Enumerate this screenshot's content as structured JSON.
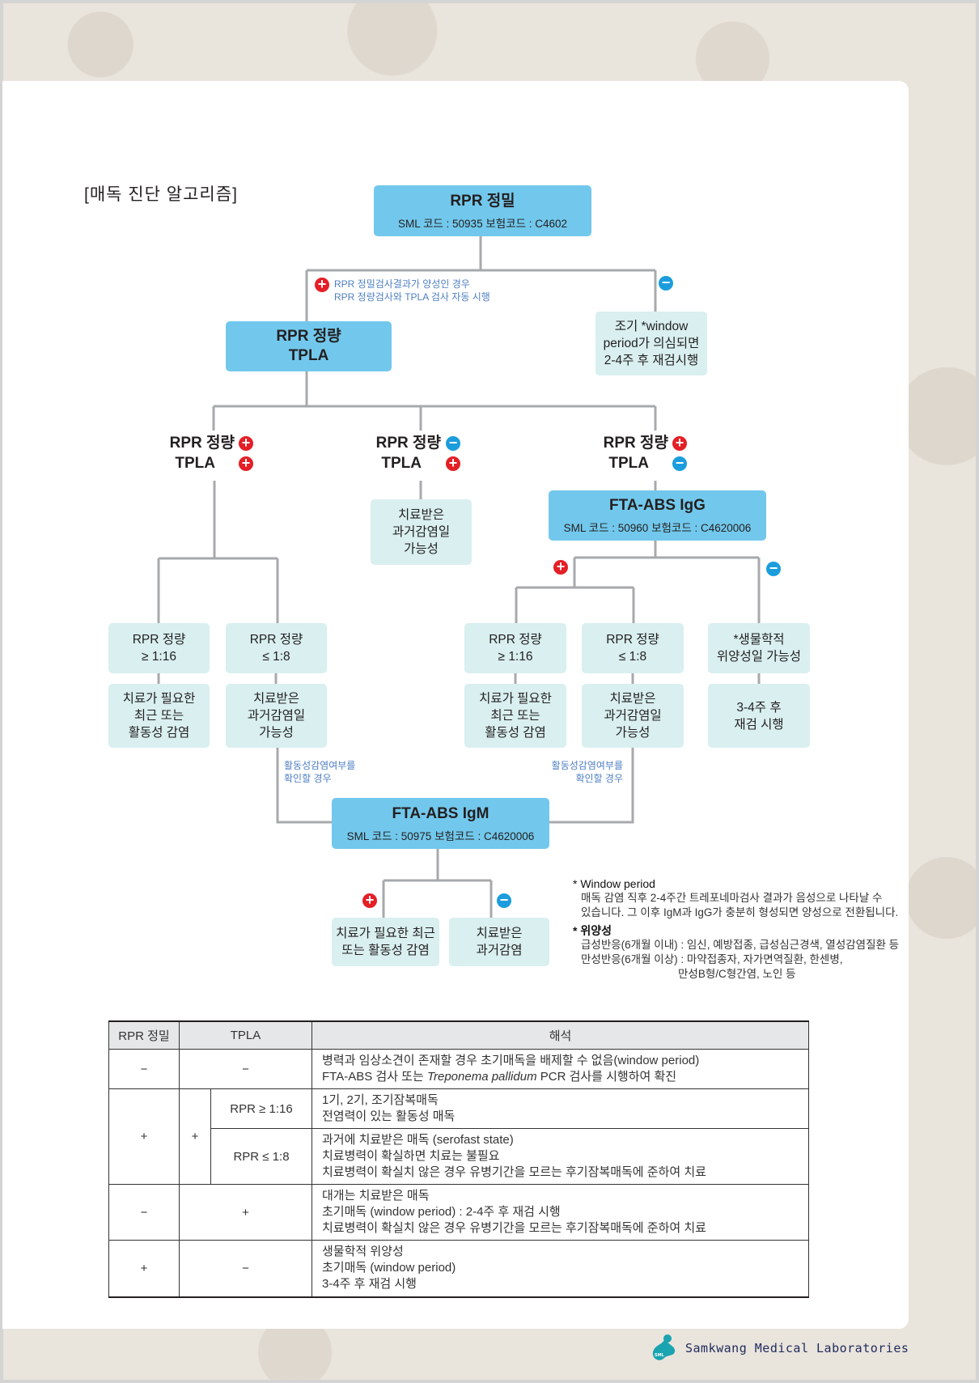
{
  "title": "[매독 진단 알고리즘]",
  "nodes": {
    "rpr_qual": {
      "title": "RPR 정밀",
      "code": "SML 코드 : 50935   보험코드 : C4602"
    },
    "rpr_quant": {
      "line1": "RPR 정량",
      "line2": "TPLA"
    },
    "auto_note": {
      "line1": "RPR 정밀검사결과가 양성인 경우",
      "line2": "RPR 정량검사와 TPLA 검사 자동 시행"
    },
    "window": {
      "line1": "조기 *window",
      "line2": "period가 의심되면",
      "line3": "2-4주 후 재검시행"
    },
    "branches": [
      {
        "rpr": "RPR 정량",
        "tpla": "TPLA",
        "rpr_sign": "+",
        "tpla_sign": "+"
      },
      {
        "rpr": "RPR 정량",
        "tpla": "TPLA",
        "rpr_sign": "-",
        "tpla_sign": "+"
      },
      {
        "rpr": "RPR 정량",
        "tpla": "TPLA",
        "rpr_sign": "+",
        "tpla_sign": "-"
      }
    ],
    "past_infection": {
      "line1": "치료받은",
      "line2": "과거감염일",
      "line3": "가능성"
    },
    "igg": {
      "title": "FTA-ABS IgG",
      "code": "SML 코드 : 50960   보험코드 : C4620006"
    },
    "titer_boxes": [
      {
        "line1": "RPR 정량",
        "line2": "≥ 1:16"
      },
      {
        "line1": "RPR 정량",
        "line2": "≤ 1:8"
      },
      {
        "line1": "RPR 정량",
        "line2": "≥ 1:16"
      },
      {
        "line1": "RPR 정량",
        "line2": "≤ 1:8"
      },
      {
        "line1": "*생물학적",
        "line2": "위양성일 가능성"
      }
    ],
    "result_boxes": [
      {
        "line1": "치료가 필요한",
        "line2": "최근 또는",
        "line3": "활동성 감염"
      },
      {
        "line1": "치료받은",
        "line2": "과거감염일",
        "line3": "가능성"
      },
      {
        "line1": "치료가 필요한",
        "line2": "최근 또는",
        "line3": "활동성 감염"
      },
      {
        "line1": "치료받은",
        "line2": "과거감염일",
        "line3": "가능성"
      },
      {
        "line1": "3-4주 후",
        "line2": "재검 시행",
        "line3": ""
      }
    ],
    "active_note": {
      "line1": "활동성감염여부를",
      "line2": "확인할 경우"
    },
    "igm": {
      "title": "FTA-ABS IgM",
      "code": "SML 코드 : 50975   보험코드 : C4620006"
    },
    "igm_pos": {
      "line1": "치료가 필요한 최근",
      "line2": "또는 활동성 감염"
    },
    "igm_neg": {
      "line1": "치료받은",
      "line2": "과거감염"
    }
  },
  "notes": {
    "window_title": "* Window period",
    "window_l1": "매독 감염 직후 2-4주간 트레포네마검사 결과가 음성으로 나타날 수",
    "window_l2": "있습니다. 그 이후 IgM과 IgG가 충분히 형성되면 양성으로 전환됩니다.",
    "fp_title": "* 위양성",
    "fp_l1": "급성반응(6개월 이내) : 임신, 예방접종, 급성심근경색, 열성감염질환 등",
    "fp_l2": "만성반응(6개월 이상) : 마약접종자, 자가면역질환, 한센병,",
    "fp_l3": "만성B형/C형간염, 노인 등"
  },
  "table": {
    "headers": [
      "RPR 정밀",
      "TPLA",
      "해석"
    ],
    "rows": [
      {
        "rpr": "−",
        "tpla": "−",
        "lines": [
          "병력과 임상소견이 존재할 경우 초기매독을 배제할 수 없음(window period)",
          "FTA-ABS 검사 또는 ",
          "Treponema pallidum",
          " PCR 검사를 시행하여 확진"
        ]
      },
      {
        "rpr": "+",
        "tpla": "+",
        "sub": "RPR ≥ 1:16",
        "lines": [
          "1기, 2기, 조기잠복매독",
          "전염력이 있는 활동성 매독"
        ]
      },
      {
        "sub": "RPR ≤ 1:8",
        "lines": [
          "과거에 치료받은 매독 (serofast state)",
          "치료병력이 확실하면 치료는 불필요",
          "치료병력이 확실치 않은 경우 유병기간을 모르는 후기잠복매독에 준하여 치료"
        ]
      },
      {
        "rpr": "−",
        "tpla": "+",
        "lines": [
          "대개는 치료받은 매독",
          "초기매독 (window period) : 2-4주 후 재검 시행",
          "치료병력이 확실치 않은 경우 유병기간을 모르는 후기잠복매독에 준하여 치료"
        ]
      },
      {
        "rpr": "+",
        "tpla": "−",
        "lines": [
          "생물학적 위양성",
          "초기매독 (window period)",
          "3-4주 후 재검 시행"
        ]
      }
    ]
  },
  "footer": {
    "logo_text": "SML",
    "company": "Samkwang Medical Laboratories"
  },
  "colors": {
    "box_dark": "#72c8ec",
    "box_light": "#d9eff0",
    "positive": "#e41f26",
    "negative": "#1b9ddd",
    "note_blue": "#4f7fc3",
    "line": "#a7a9ac"
  }
}
